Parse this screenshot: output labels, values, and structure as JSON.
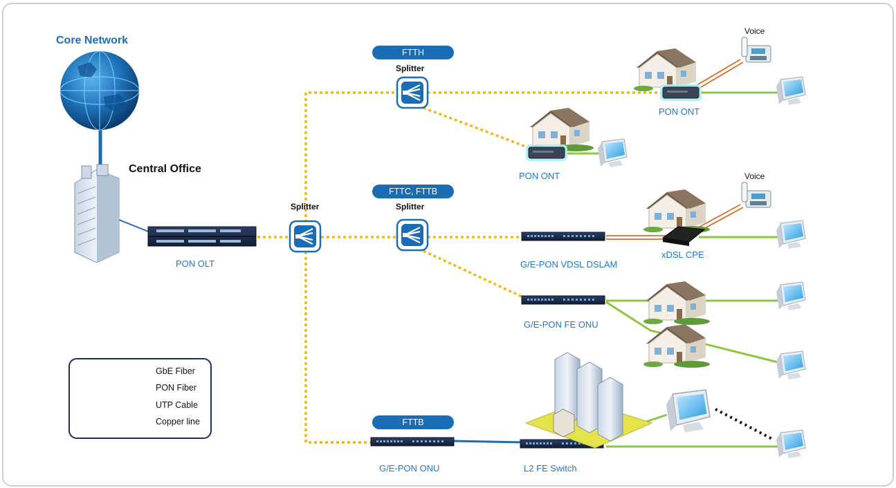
{
  "title": "Core Network",
  "central_office": "Central Office",
  "olt_label": "PON OLT",
  "splitters": [
    "Splitter",
    "Splitter",
    "Splitter"
  ],
  "segments": [
    "FTTH",
    "FTTC, FTTB",
    "FTTB"
  ],
  "devices": {
    "ont_top": "PON ONT",
    "ont_mid": "PON ONT",
    "dslam": "G/E-PON VDSL DSLAM",
    "cpe": "xDSL CPE",
    "fe_onu": "G/E-PON FE ONU",
    "onu": "G/E-PON ONU",
    "switch": "L2 FE Switch"
  },
  "voice": [
    "Voice",
    "Voice"
  ],
  "legend": [
    {
      "label": "GbE Fiber",
      "style": "gbe"
    },
    {
      "label": "PON Fiber",
      "style": "pon"
    },
    {
      "label": "UTP Cable",
      "style": "utp"
    },
    {
      "label": "Copper line",
      "style": "copper"
    }
  ],
  "colors": {
    "gbe": "#1a6cb4",
    "pon": "#f2b51c",
    "utp": "#8cc63f",
    "copper": "#d96d25",
    "label_blue": "#1f78c8"
  },
  "icons": [
    "globe-icon",
    "building-icon",
    "olt-icon",
    "splitter-icon",
    "house-icon",
    "ont-icon",
    "pc-icon",
    "phone-icon",
    "dslam-icon",
    "cpe-icon",
    "switch-icon",
    "city-block-icon"
  ]
}
